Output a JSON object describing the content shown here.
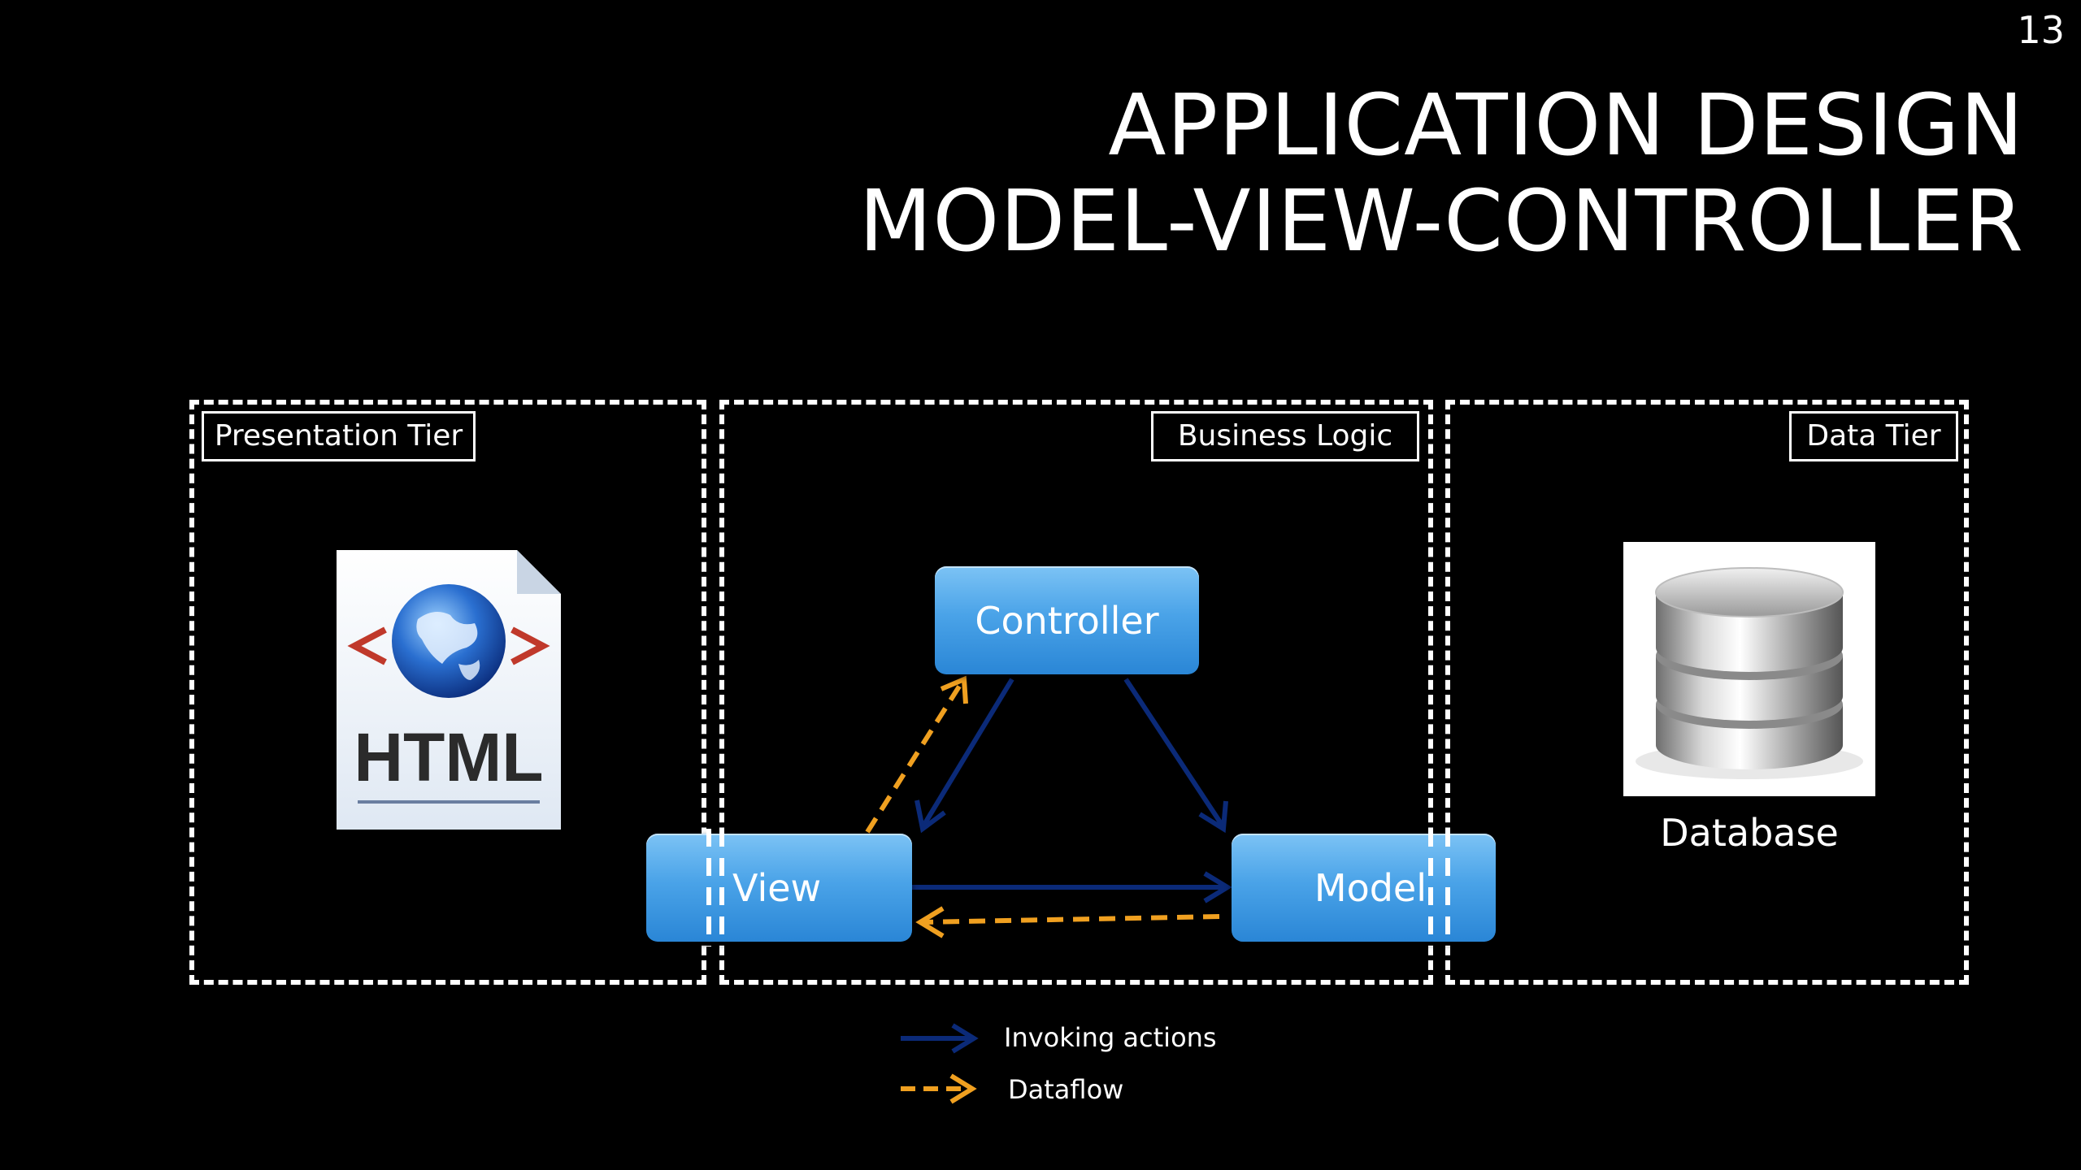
{
  "slide": {
    "number": "13",
    "title_line1": "APPLICATION DESIGN",
    "title_line2": "MODEL-VIEW-CONTROLLER"
  },
  "tiers": {
    "presentation": {
      "label": "Presentation Tier"
    },
    "business": {
      "label": "Business Logic"
    },
    "data": {
      "label": "Data Tier"
    }
  },
  "components": {
    "controller": "Controller",
    "view": "View",
    "model": "Model"
  },
  "html_icon": {
    "text": "HTML",
    "icon": "html-document-globe-icon"
  },
  "database": {
    "label": "Database",
    "icon": "database-cylinder-icon"
  },
  "legend": {
    "invoking": "Invoking actions",
    "dataflow": "Dataflow"
  },
  "colors": {
    "background": "#000000",
    "component_fill": "#4aa3e8",
    "invoke_arrow": "#0b2a78",
    "dataflow_arrow": "#f0a020",
    "tier_border": "#ffffff"
  }
}
